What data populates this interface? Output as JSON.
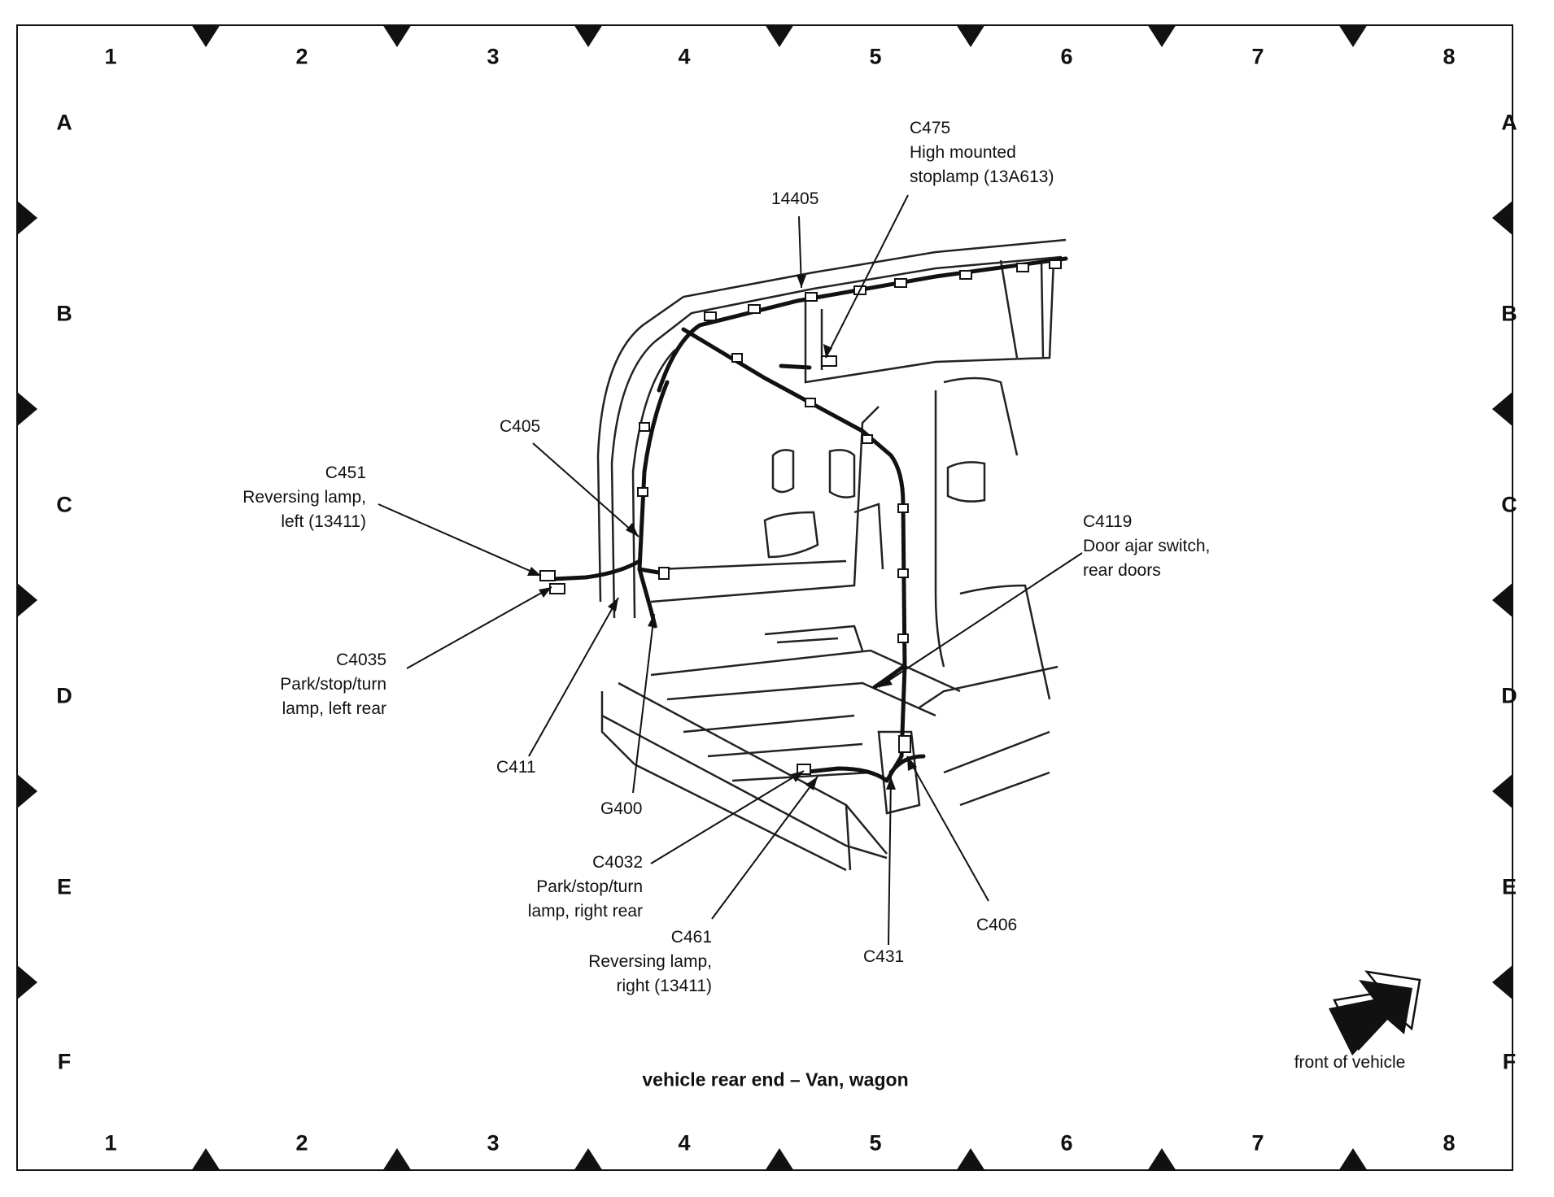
{
  "grid": {
    "columns": [
      "1",
      "2",
      "3",
      "4",
      "5",
      "6",
      "7",
      "8"
    ],
    "rows": [
      "A",
      "B",
      "C",
      "D",
      "E",
      "F"
    ]
  },
  "labels": {
    "c475": {
      "id": "C475",
      "line1": "High mounted",
      "line2": "stoplamp (13A613)"
    },
    "harness": {
      "id": "14405"
    },
    "c405": {
      "id": "C405"
    },
    "c451": {
      "id": "C451",
      "line1": "Reversing lamp,",
      "line2": "left (13411)"
    },
    "c4119": {
      "id": "C4119",
      "line1": "Door ajar switch,",
      "line2": "rear doors"
    },
    "c4035": {
      "id": "C4035",
      "line1": "Park/stop/turn",
      "line2": "lamp, left rear"
    },
    "c411": {
      "id": "C411"
    },
    "g400": {
      "id": "G400"
    },
    "c4032": {
      "id": "C4032",
      "line1": "Park/stop/turn",
      "line2": "lamp, right rear"
    },
    "c461": {
      "id": "C461",
      "line1": "Reversing lamp,",
      "line2": "right (13411)"
    },
    "c431": {
      "id": "C431"
    },
    "c406": {
      "id": "C406"
    }
  },
  "title": "vehicle rear end – Van, wagon",
  "front_indicator": {
    "label": "front of vehicle",
    "icon": "front-arrow-icon"
  }
}
